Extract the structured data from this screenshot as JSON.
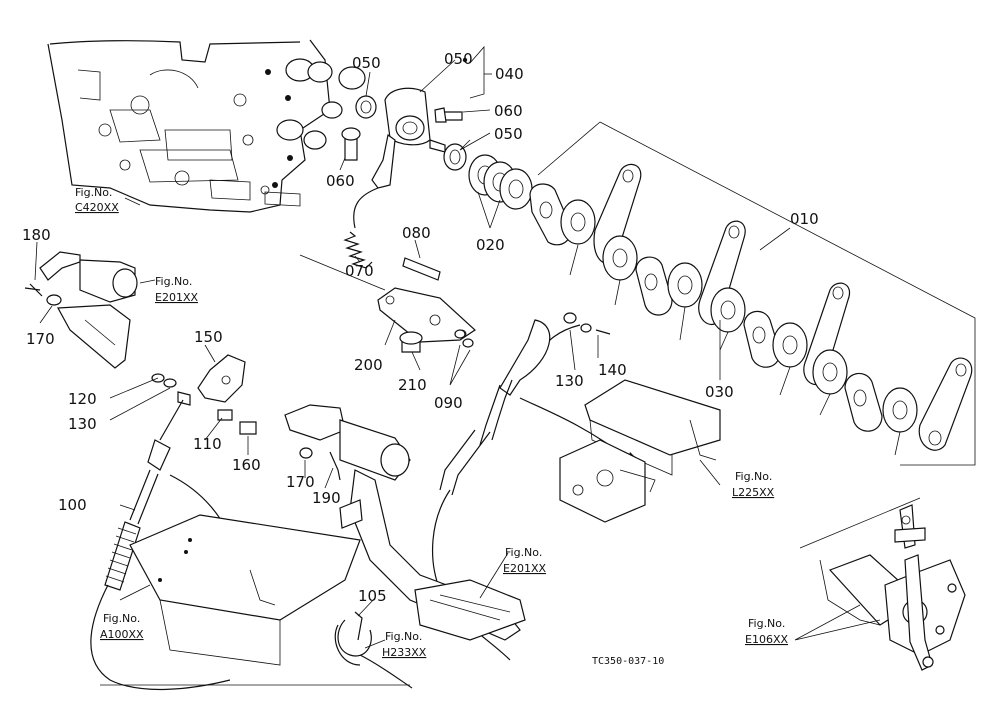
{
  "drawing_code": "TC350-037-10",
  "parts": {
    "p010": "010",
    "p020": "020",
    "p030": "030",
    "p040": "040",
    "p050a": "050",
    "p050b": "050",
    "p050c": "050",
    "p060a": "060",
    "p060b": "060",
    "p070": "070",
    "p080": "080",
    "p090": "090",
    "p100": "100",
    "p105": "105",
    "p110": "110",
    "p120": "120",
    "p130a": "130",
    "p130b": "130",
    "p140": "140",
    "p150": "150",
    "p160": "160",
    "p170a": "170",
    "p170b": "170",
    "p180": "180",
    "p190": "190",
    "p200": "200",
    "p210": "210"
  },
  "fig_refs": {
    "fig_no_label": "Fig.No.",
    "c420": "C420XX",
    "e201a": "E201XX",
    "e201b": "E201XX",
    "l225": "L225XX",
    "a100": "A100XX",
    "h233": "H233XX",
    "e106": "E106XX"
  }
}
